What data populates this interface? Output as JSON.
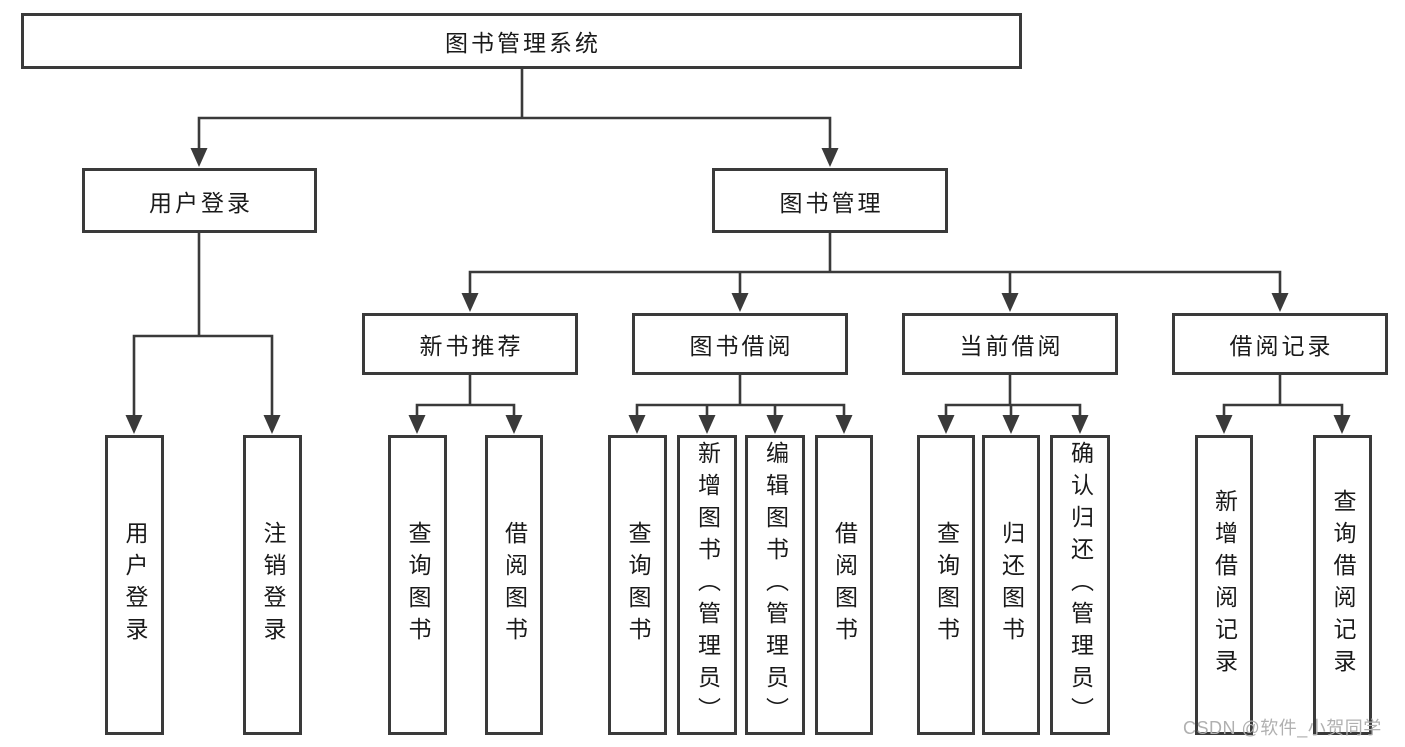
{
  "diagram": {
    "root": {
      "label": "图书管理系统"
    },
    "user_login": {
      "label": "用户登录",
      "children": [
        "用户登录",
        "注销登录"
      ]
    },
    "book_mgmt": {
      "label": "图书管理"
    },
    "new_books": {
      "label": "新书推荐",
      "children": [
        "查询图书",
        "借阅图书"
      ]
    },
    "borrow": {
      "label": "图书借阅",
      "children": [
        "查询图书",
        "新增图书（管理员）",
        "编辑图书（管理员）",
        "借阅图书"
      ]
    },
    "current": {
      "label": "当前借阅",
      "children": [
        "查询图书",
        "归还图书",
        "确认归还（管理员）"
      ]
    },
    "records": {
      "label": "借阅记录",
      "children": [
        "新增借阅记录",
        "查询借阅记录"
      ]
    }
  },
  "watermark": {
    "text": "CSDN @软件_小贺同学"
  },
  "colors": {
    "background": "#ffffff",
    "border": "#3a3a3a",
    "line": "#3a3a3a",
    "text": "#1a1a1a",
    "watermark": "#b0b0b0"
  }
}
